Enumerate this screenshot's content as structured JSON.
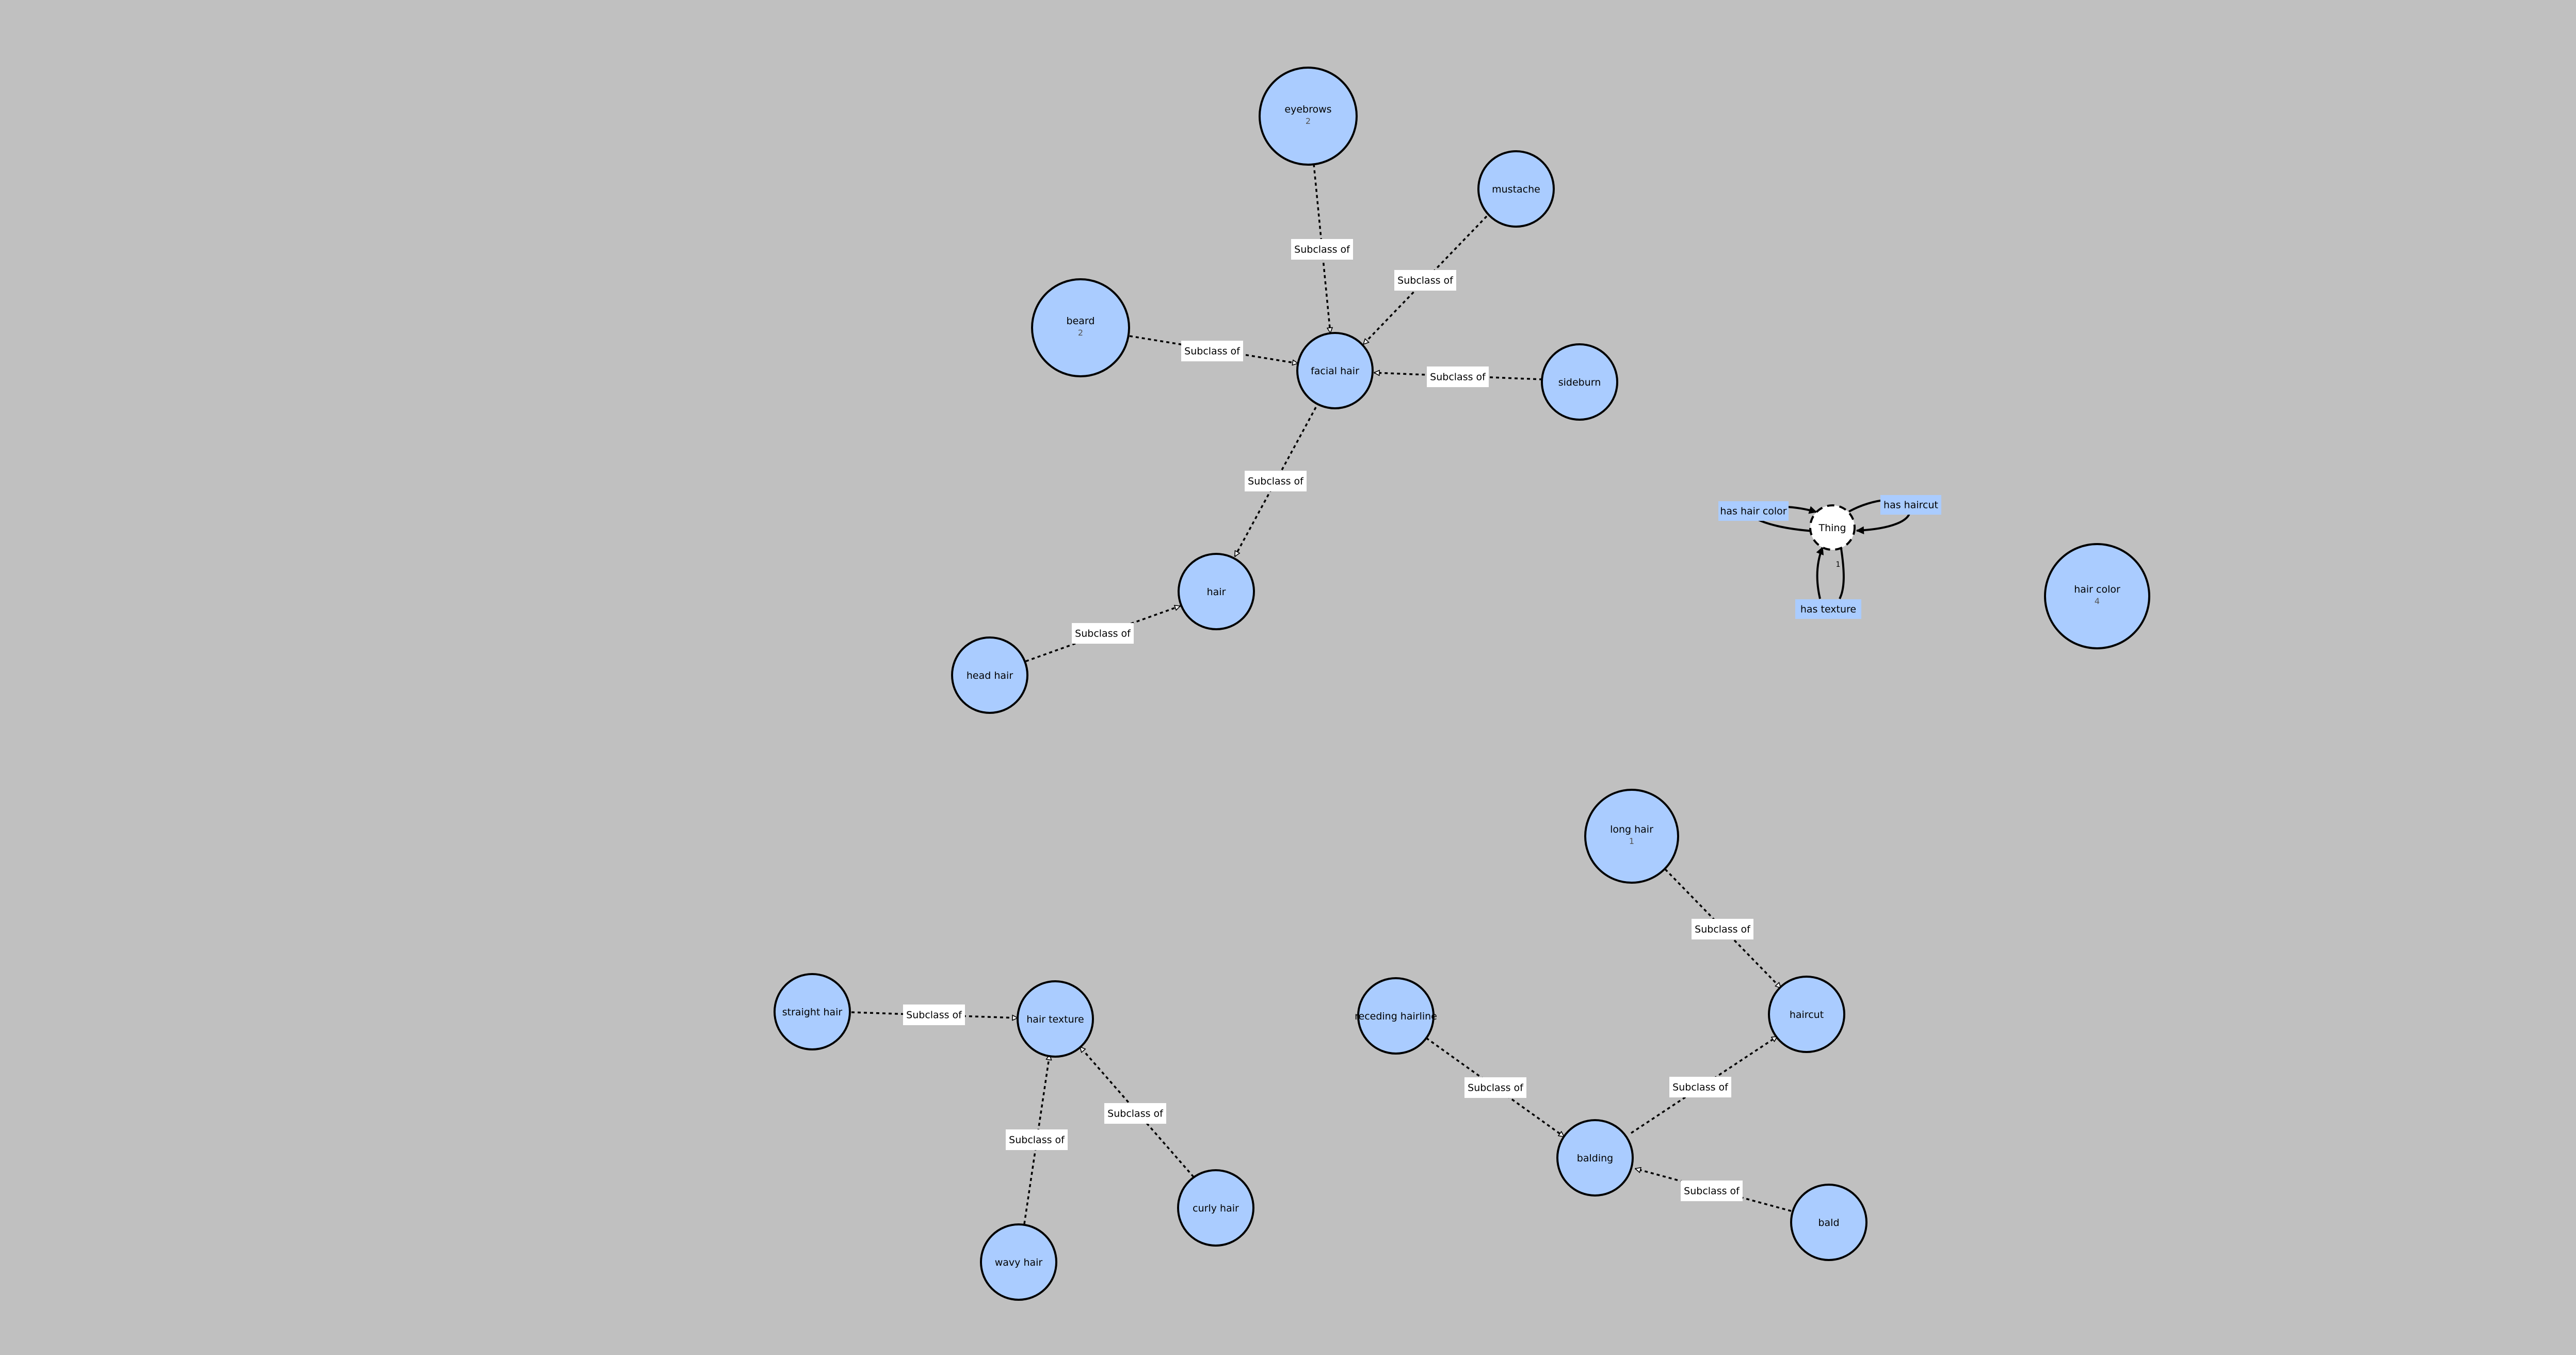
{
  "colors": {
    "background": "#c0c0c0",
    "class_fill": "#aaccff",
    "thing_fill": "#ffffff",
    "label_box": "#ffffff"
  },
  "edge_label": "Subclass of",
  "nodes": {
    "eyebrows": {
      "label": "eyebrows",
      "count": "2"
    },
    "mustache": {
      "label": "mustache"
    },
    "beard": {
      "label": "beard",
      "count": "2"
    },
    "facial_hair": {
      "label": "facial hair"
    },
    "sideburn": {
      "label": "sideburn"
    },
    "hair": {
      "label": "hair"
    },
    "head_hair": {
      "label": "head hair"
    },
    "thing": {
      "label": "Thing"
    },
    "hair_color": {
      "label": "hair color",
      "count": "4"
    },
    "long_hair": {
      "label": "long hair",
      "count": "1"
    },
    "haircut": {
      "label": "haircut"
    },
    "receding_hairline": {
      "label": "receding hairline"
    },
    "balding": {
      "label": "balding"
    },
    "bald": {
      "label": "bald"
    },
    "straight_hair": {
      "label": "straight hair"
    },
    "hair_texture": {
      "label": "hair texture"
    },
    "curly_hair": {
      "label": "curly hair"
    },
    "wavy_hair": {
      "label": "wavy hair"
    }
  },
  "properties": {
    "has_hair_color": "has hair color",
    "has_haircut": "has haircut",
    "has_texture": "has texture",
    "texture_count": "1"
  }
}
